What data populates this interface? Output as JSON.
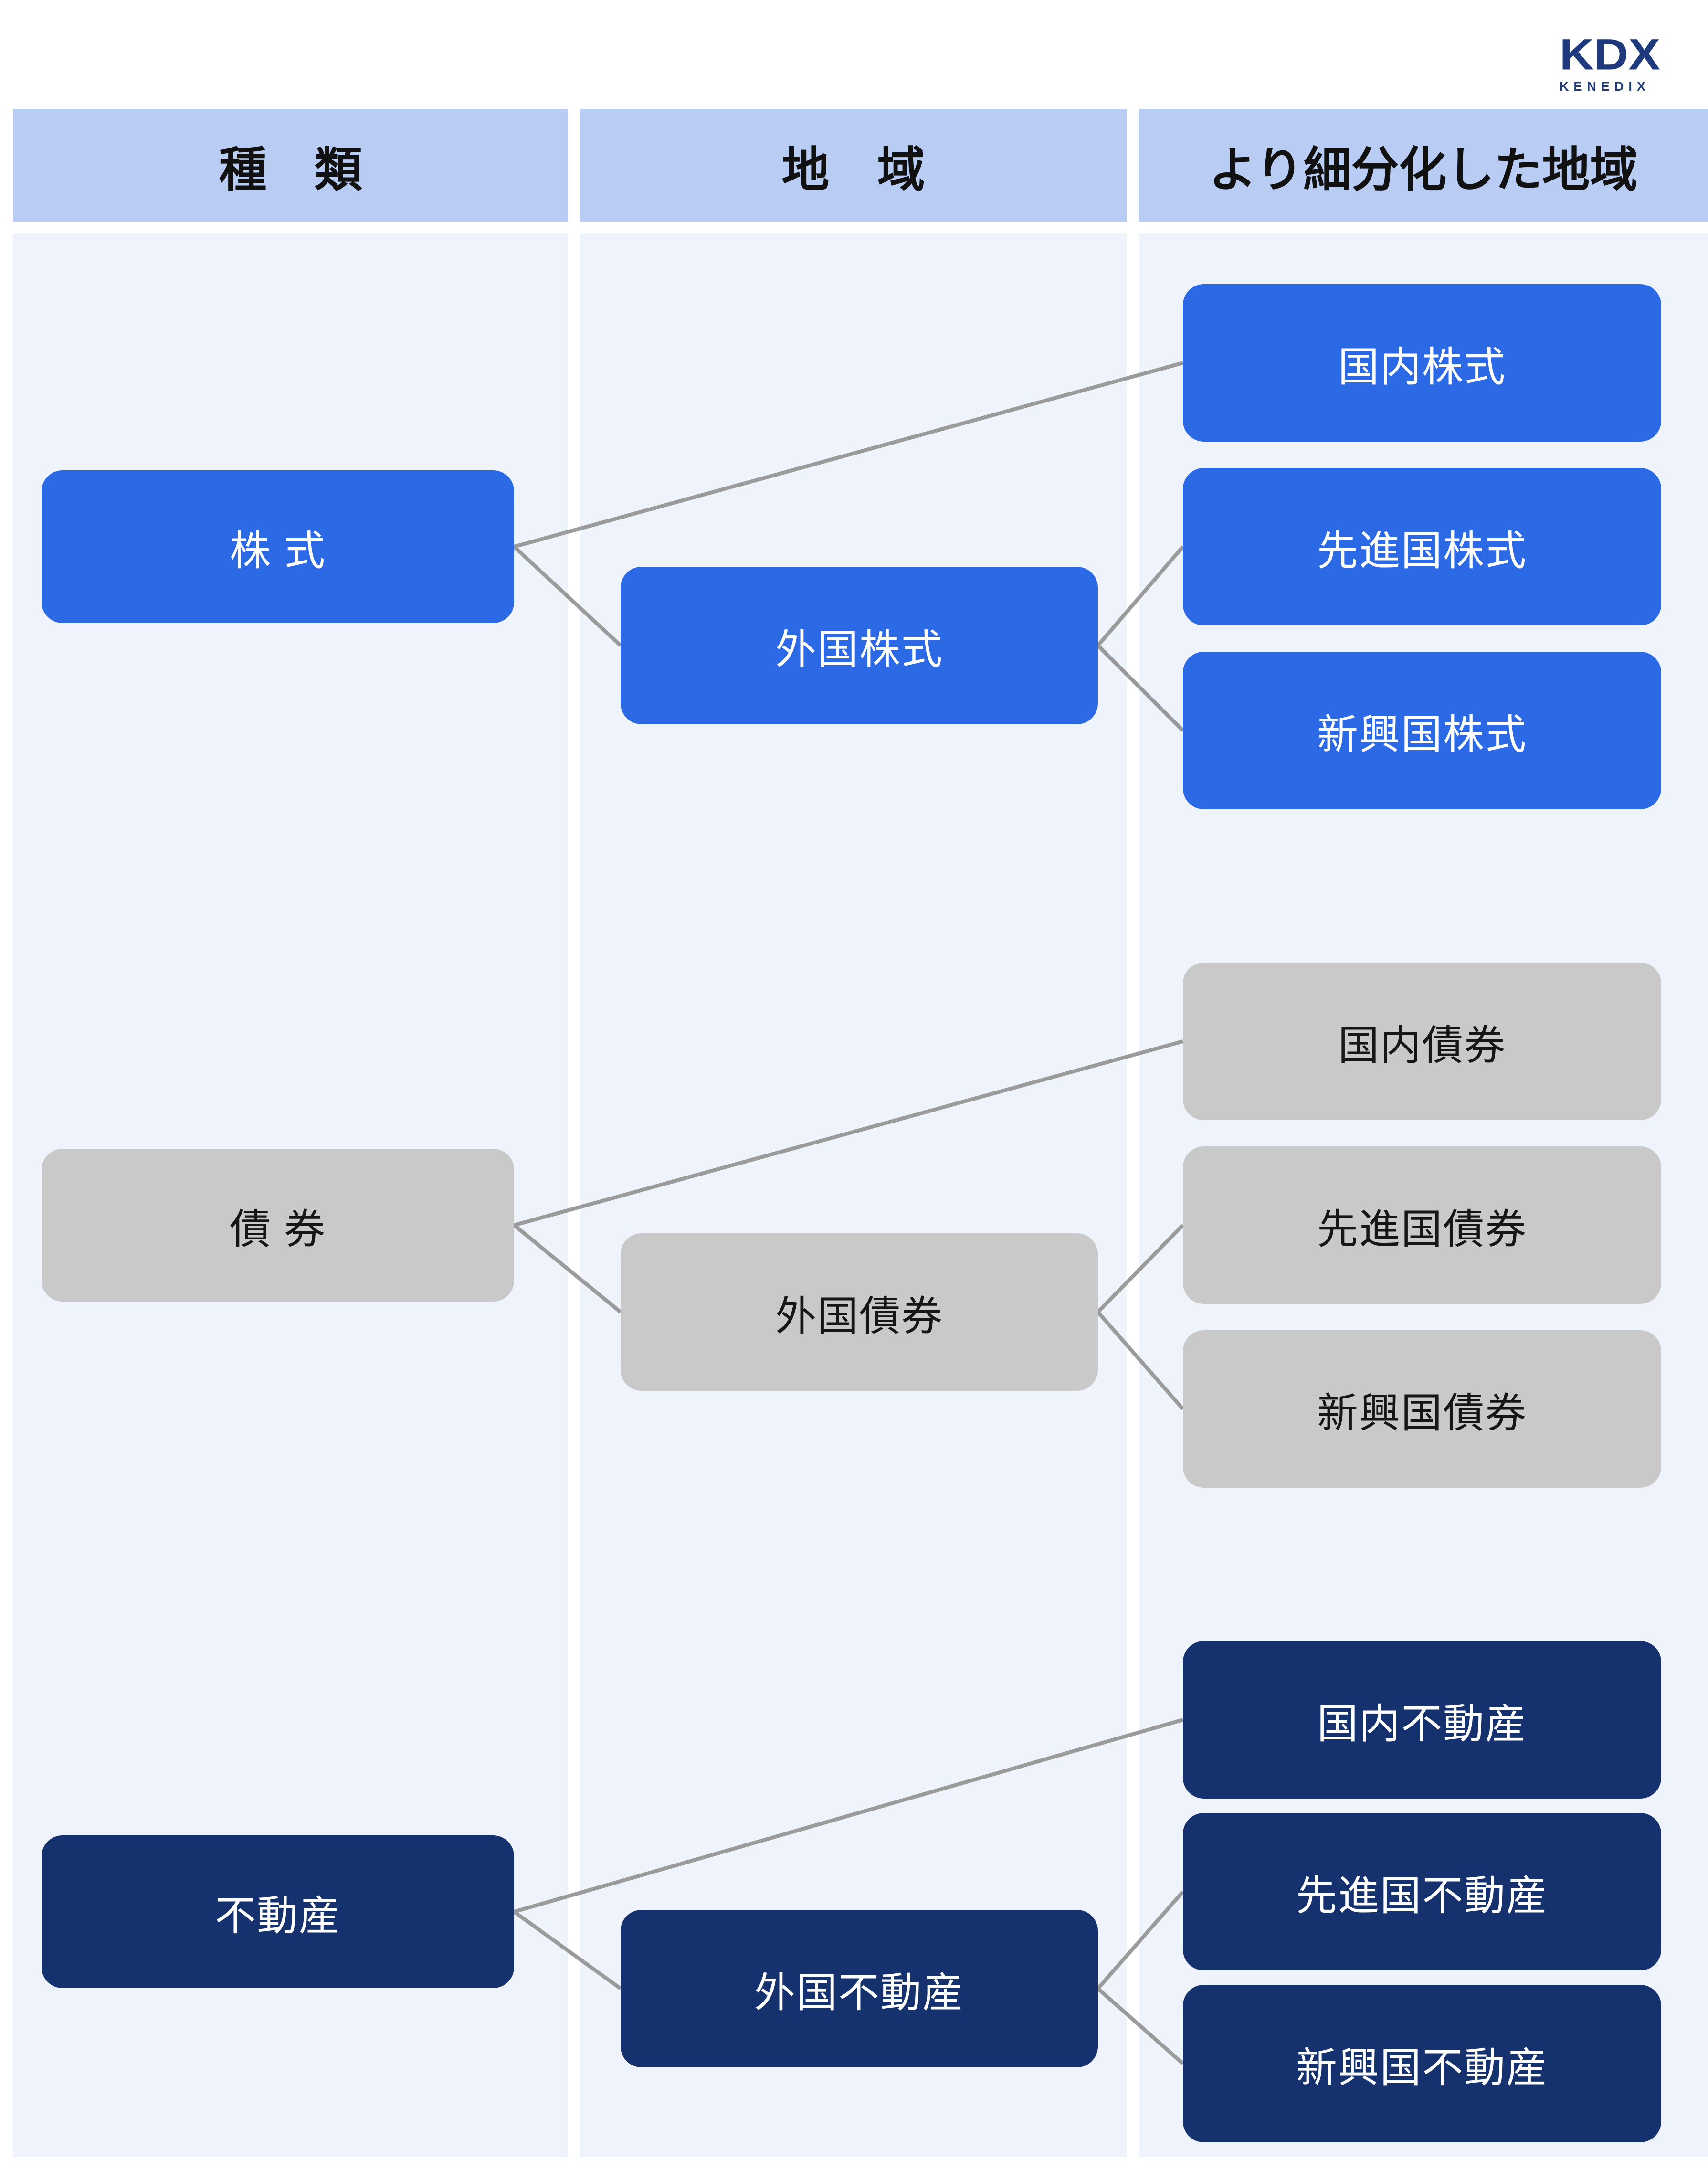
{
  "logo": {
    "name": "KDX",
    "subtitle": "KENEDIX"
  },
  "headers": {
    "type": "種　類",
    "region": "地　域",
    "subregion": "より細分化した地域"
  },
  "groups": [
    {
      "id": "stocks",
      "type": "株 式",
      "region": "外国株式",
      "subregions": [
        "国内株式",
        "先進国株式",
        "新興国株式"
      ],
      "color": "#2c69e4",
      "text_color": "#ffffff"
    },
    {
      "id": "bonds",
      "type": "債 券",
      "region": "外国債券",
      "subregions": [
        "国内債券",
        "先進国債券",
        "新興国債券"
      ],
      "color": "#c9c9c9",
      "text_color": "#161616"
    },
    {
      "id": "real-estate",
      "type": "不動産",
      "region": "外国不動産",
      "subregions": [
        "国内不動産",
        "先進国不動産",
        "新興国不動産"
      ],
      "color": "#15316e",
      "text_color": "#ffffff"
    }
  ],
  "colors": {
    "header_bg": "#b8ccf4",
    "column_bg": "#eef3fc",
    "connector": "#9b9b9b",
    "header_text": "#111111",
    "logo": "#1f3a7c",
    "page_bg": "#ffffff"
  }
}
